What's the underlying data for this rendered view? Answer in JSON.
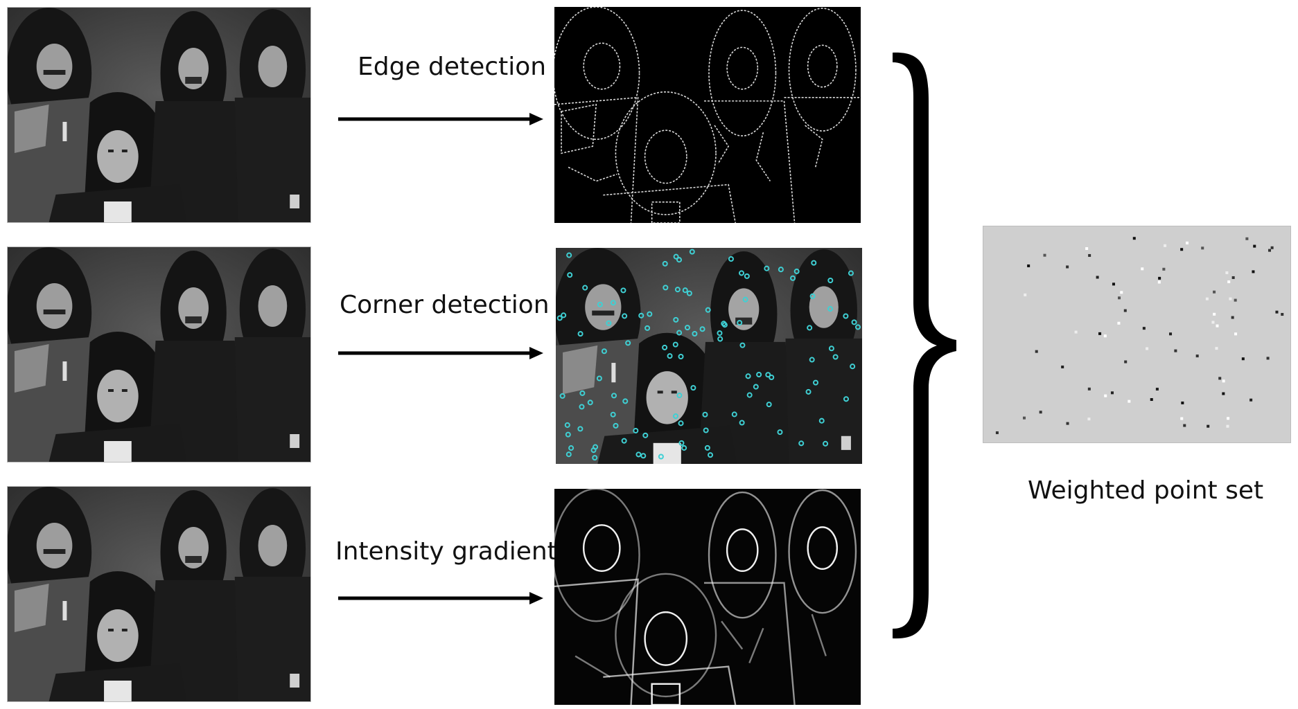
{
  "steps": [
    {
      "label": "Edge detection",
      "output": "edge-map"
    },
    {
      "label": "Corner detection",
      "output": "corner-map"
    },
    {
      "label": "Intensity gradient",
      "output": "gradient-map"
    }
  ],
  "result": {
    "label": "Weighted point set"
  },
  "icons": {
    "merge": "curly-brace-icon",
    "flow": "arrow-right-icon"
  },
  "colors": {
    "corner_marker": "#3fd0d4",
    "point_bg": "#cfcfcf"
  }
}
